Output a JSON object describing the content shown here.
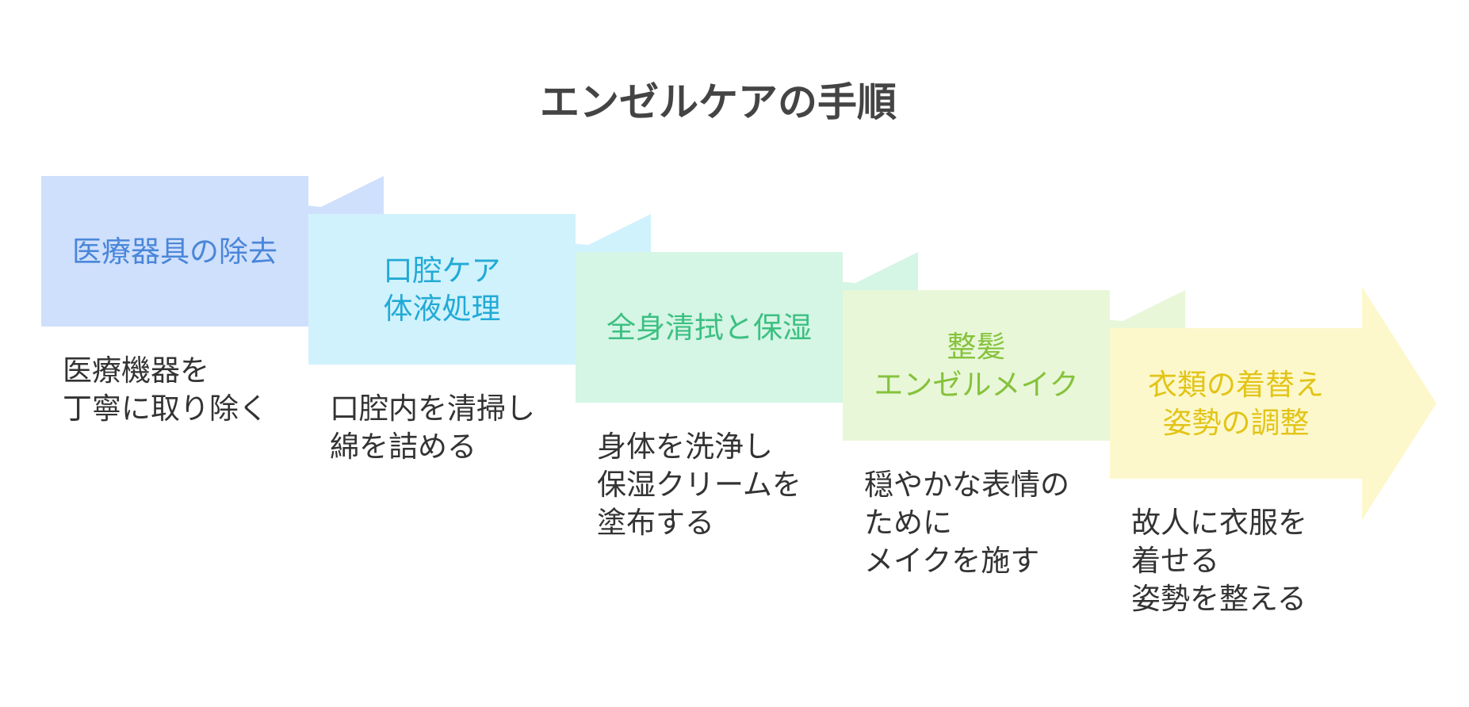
{
  "title": "エンゼルケアの手順",
  "steps": [
    {
      "label_lines": [
        "医療器具の除去"
      ],
      "description_lines": [
        "医療機器を",
        "丁寧に取り除く"
      ],
      "fill_color": "#cfe0fc",
      "text_color": "#4a86d9"
    },
    {
      "label_lines": [
        "口腔ケア",
        "体液処理"
      ],
      "description_lines": [
        "口腔内を清掃し",
        "綿を詰める"
      ],
      "fill_color": "#d0f2fc",
      "text_color": "#22aad6"
    },
    {
      "label_lines": [
        "全身清拭と保湿"
      ],
      "description_lines": [
        "身体を洗浄し",
        "保湿クリームを",
        "塗布する"
      ],
      "fill_color": "#d5f5e5",
      "text_color": "#3cc082"
    },
    {
      "label_lines": [
        "整髪",
        "エンゼルメイク"
      ],
      "description_lines": [
        "穏やかな表情の",
        "ために",
        "メイクを施す"
      ],
      "fill_color": "#e8f7d8",
      "text_color": "#86c23c"
    },
    {
      "label_lines": [
        "衣類の着替え",
        "姿勢の調整"
      ],
      "description_lines": [
        "故人に衣服を",
        "着せる",
        "姿勢を整える"
      ],
      "fill_color": "#fdf8cc",
      "text_color": "#e2c417"
    }
  ]
}
